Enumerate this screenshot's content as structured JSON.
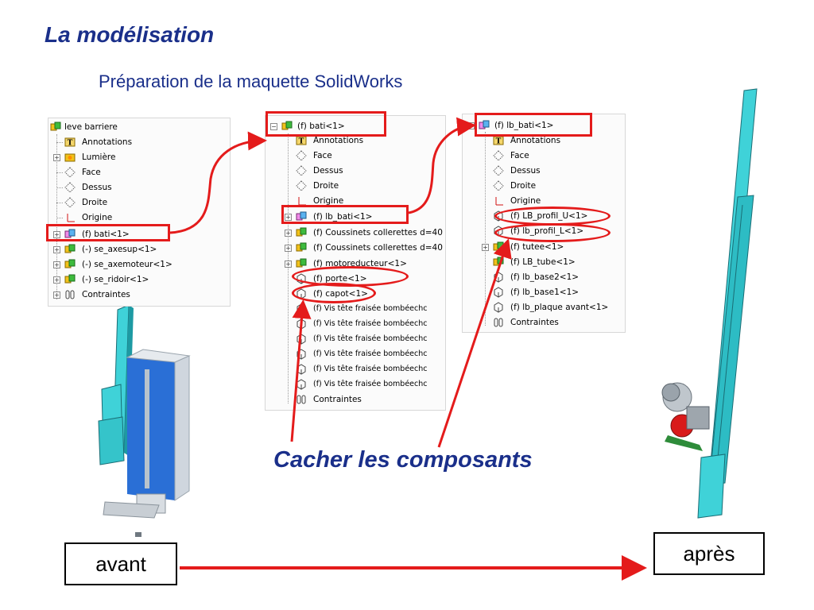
{
  "title": "La modélisation",
  "subtitle": "Préparation de la maquette SolidWorks",
  "tree1": {
    "root": "leve barriere",
    "items": [
      "Annotations",
      "Lumière",
      "Face",
      "Dessus",
      "Droite",
      "Origine",
      "(f) bati<1>",
      "(-) se_axesup<1>",
      "(-) se_axemoteur<1>",
      "(-) se_ridoir<1>",
      "Contraintes"
    ]
  },
  "tree2": {
    "root": "(f) bati<1>",
    "items": [
      "Annotations",
      "Face",
      "Dessus",
      "Droite",
      "Origine",
      "(f) lb_bati<1>",
      "(f) Coussinets collerettes d=40",
      "(f) Coussinets collerettes d=40",
      "(f) motoreducteur<1>",
      "(f) porte<1>",
      "(f) capot<1>",
      "(f) Vis tête fraisée bombéechc",
      "(f) Vis tête fraisée bombéechc",
      "(f) Vis tête fraisée bombéechc",
      "(f) Vis tête fraisée bombéechc",
      "(f) Vis tête fraisée bombéechc",
      "(f) Vis tête fraisée bombéechc",
      "Contraintes"
    ]
  },
  "tree3": {
    "root": "(f) lb_bati<1>",
    "items": [
      "Annotations",
      "Face",
      "Dessus",
      "Droite",
      "Origine",
      "(f) LB_profil_U<1>",
      "(f) lb_profil_L<1>",
      "(f) tutee<1>",
      "(f) LB_tube<1>",
      "(f) lb_base2<1>",
      "(f) lb_base1<1>",
      "(f) lb_plaque avant<1>",
      "Contraintes"
    ]
  },
  "callout": "Cacher les composants",
  "before_label": "avant",
  "after_label": "après",
  "colors": {
    "title": "#1a2f8a",
    "highlight": "#e41b1b",
    "cyan_part": "#3fd2d8",
    "blue_panel": "#2a6fd6"
  }
}
